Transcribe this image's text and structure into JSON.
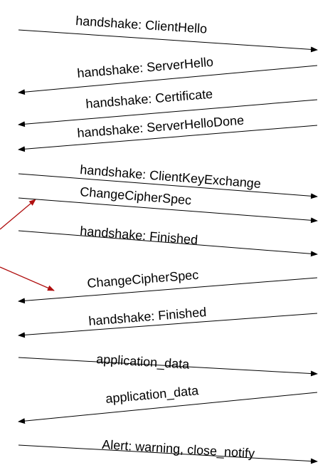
{
  "colors": {
    "line": "#000000",
    "callout": "#b01010"
  },
  "messages": [
    {
      "label": "handshake: ClientHello",
      "direction": "right"
    },
    {
      "label": "handshake: ServerHello",
      "direction": "left"
    },
    {
      "label": "handshake: Certificate",
      "direction": "left"
    },
    {
      "label": "handshake: ServerHelloDone",
      "direction": "left"
    },
    {
      "label": "handshake: ClientKeyExchange",
      "direction": "right"
    },
    {
      "label": "ChangeCipherSpec",
      "direction": "right"
    },
    {
      "label": "handshake: Finished",
      "direction": "right"
    },
    {
      "label": "ChangeCipherSpec",
      "direction": "left"
    },
    {
      "label": "handshake: Finished",
      "direction": "left"
    },
    {
      "label": "application_data",
      "direction": "right"
    },
    {
      "label": "application_data",
      "direction": "left"
    },
    {
      "label": "Alert: warning, close_notify",
      "direction": "right"
    }
  ]
}
